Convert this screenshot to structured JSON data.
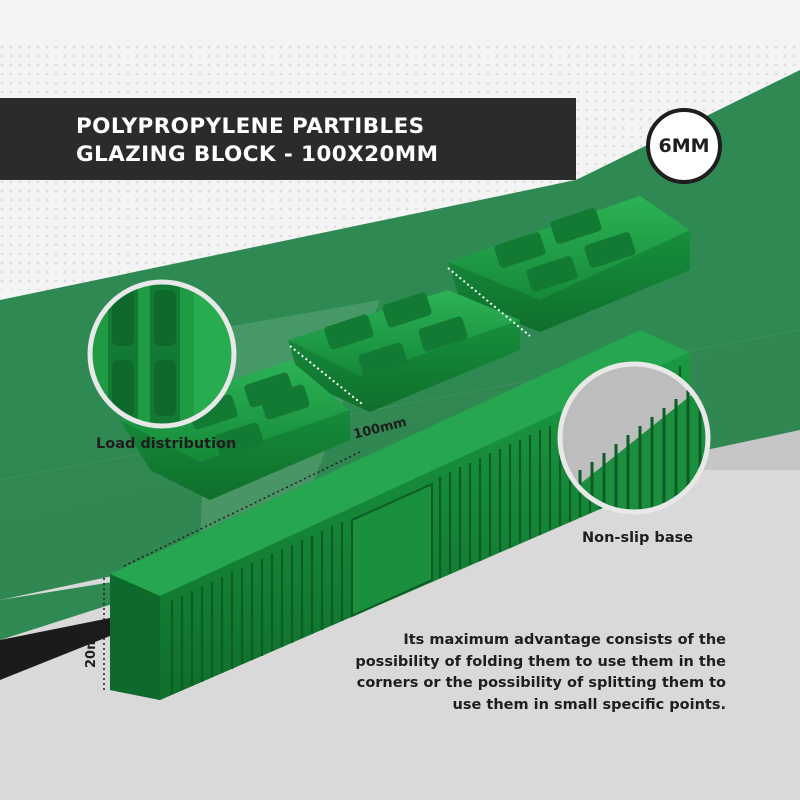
{
  "title": {
    "line1": "POLYPROPYLENE PARTIBLES",
    "line2": "GLAZING BLOCK - 100X20MM"
  },
  "badge": "6MM",
  "labels": {
    "load_distribution": "Load distribution",
    "non_slip_base": "Non-slip base",
    "length": "100mm",
    "height": "20mm"
  },
  "description": [
    "Its maximum advantage consists of the",
    "possibility of folding them to use them in the",
    "corners or the possibility of splitting them to",
    "use them in small specific points."
  ],
  "colors": {
    "green": "#1f9a45",
    "dark_green": "#137a34",
    "band_green": "#2e8a52",
    "dark_bar": "#2b2b2b",
    "text": "#1e1e1e"
  },
  "icons": [
    "zoom-circle-load",
    "zoom-circle-base"
  ]
}
